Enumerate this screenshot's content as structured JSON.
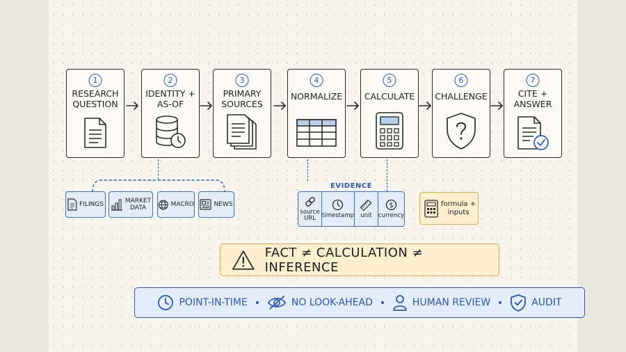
{
  "steps": [
    {
      "num": "1",
      "title": "RESEARCH\nQUESTION",
      "icon": "document-icon"
    },
    {
      "num": "2",
      "title": "IDENTITY +\nAS-OF",
      "icon": "database-clock-icon"
    },
    {
      "num": "3",
      "title": "PRIMARY\nSOURCES",
      "icon": "stacked-documents-icon"
    },
    {
      "num": "4",
      "title": "NORMALIZE",
      "icon": "table-icon"
    },
    {
      "num": "5",
      "title": "CALCULATE",
      "icon": "calculator-icon"
    },
    {
      "num": "6",
      "title": "CHALLENGE",
      "icon": "shield-question-icon"
    },
    {
      "num": "7",
      "title": "CITE +\nANSWER",
      "icon": "document-check-icon"
    }
  ],
  "sources": [
    {
      "label": "FILINGS",
      "icon": "document-icon"
    },
    {
      "label": "MARKET\nDATA",
      "icon": "bar-chart-icon"
    },
    {
      "label": "MACRO",
      "icon": "globe-icon"
    },
    {
      "label": "NEWS",
      "icon": "newspaper-icon"
    }
  ],
  "evidence": {
    "label": "EVIDENCE",
    "fields": [
      {
        "label": "source\nURL",
        "icon": "link-icon"
      },
      {
        "label": "timestamp",
        "icon": "clock-icon"
      },
      {
        "label": "unit",
        "icon": "ruler-icon"
      },
      {
        "label": "currency",
        "icon": "dollar-icon"
      }
    ]
  },
  "formula": {
    "label": "formula +\ninputs",
    "icon": "calculator-icon"
  },
  "banner": {
    "text": "FACT ≠ CALCULATION ≠ INFERENCE",
    "icon": "warning-icon"
  },
  "principles": [
    {
      "label": "POINT-IN-TIME",
      "icon": "clock-icon"
    },
    {
      "label": "NO LOOK-AHEAD",
      "icon": "eye-slash-icon"
    },
    {
      "label": "HUMAN REVIEW",
      "icon": "person-icon"
    },
    {
      "label": "AUDIT",
      "icon": "shield-check-icon"
    }
  ],
  "colors": {
    "accent_blue": "#2b59a8",
    "light_blue": "#e3ecf7",
    "amber": "#d6a84a",
    "amber_fill": "#fbefcf",
    "ink": "#1e1e1e",
    "paper": "#f7f5ee"
  }
}
